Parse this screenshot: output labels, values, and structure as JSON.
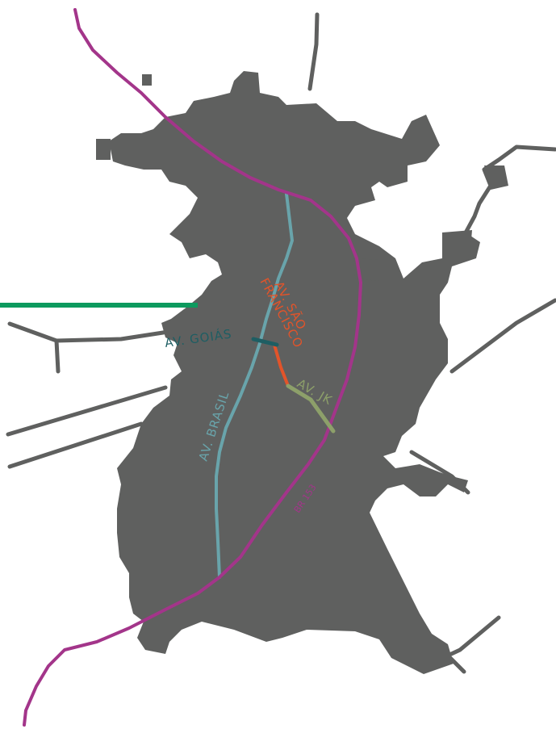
{
  "map": {
    "labels": {
      "av_sao_francisco_line1": "AV. SÃO",
      "av_sao_francisco_line2": "FRANCISCO",
      "av_goias": "AV. GOIÁS",
      "av_brasil": "AV. BRASIL",
      "av_jk": "AV. JK",
      "br_153": "BR 153"
    },
    "colors": {
      "urban_area": "#5f605f",
      "minor_roads": "#5f605f",
      "br_153": "#a3358a",
      "av_brasil": "#69a4ab",
      "av_sao_francisco": "#e2542a",
      "av_goias": "#1e5e63",
      "av_jk": "#8da06a",
      "access_road": "#0d9a5e",
      "background": "#ffffff"
    }
  }
}
